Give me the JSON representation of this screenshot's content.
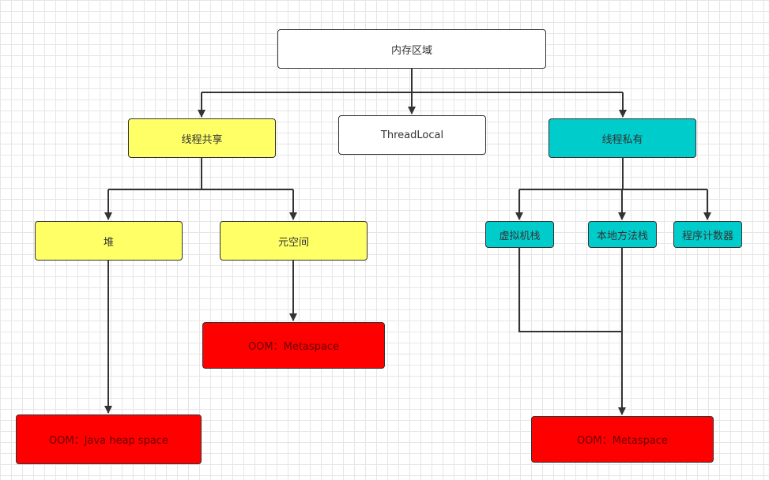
{
  "diagram": {
    "root": "内存区域",
    "thread_shared": "线程共享",
    "thread_local": "ThreadLocal",
    "thread_private": "线程私有",
    "heap": "堆",
    "metaspace": "元空间",
    "vm_stack": "虚拟机栈",
    "native_method_stack": "本地方法栈",
    "program_counter": "程序计数器",
    "oom_metaspace_shared": "OOM：Metaspace",
    "oom_heap": "OOM：Java heap space",
    "oom_metaspace_private": "OOM：Metaspace"
  },
  "colors": {
    "shared": "#ffff66",
    "private": "#00cccc",
    "error": "#ff0000",
    "neutral": "#ffffff",
    "line": "#333333"
  }
}
